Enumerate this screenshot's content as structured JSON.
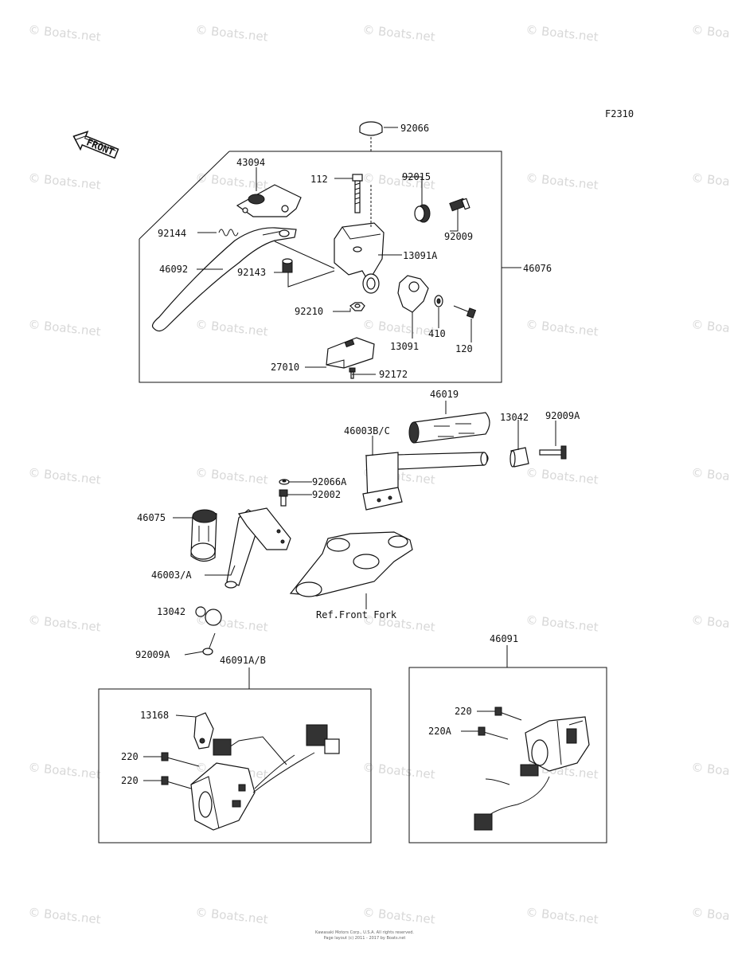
{
  "figure_code": "F2310",
  "front_label": "FRONT",
  "watermark": "© Boats.net",
  "ref_label": "Ref.Front Fork",
  "copyright_lines": [
    "Kawasaki Motors Corp., U.S.A. All rights reserved.",
    "Page layout (c) 2011 - 2017 by Boats.net"
  ],
  "part_numbers": [
    "92066",
    "43094",
    "112",
    "92015",
    "92009",
    "92144",
    "13091A",
    "46092",
    "92143",
    "46076",
    "92210",
    "410",
    "13091",
    "120",
    "27010",
    "92172",
    "46019",
    "13042",
    "92009A",
    "46003B/C",
    "92066A",
    "92002",
    "46075",
    "46003/A",
    "13042",
    "92009A",
    "46091A/B",
    "46091",
    "13168",
    "220",
    "220",
    "220",
    "220A"
  ]
}
